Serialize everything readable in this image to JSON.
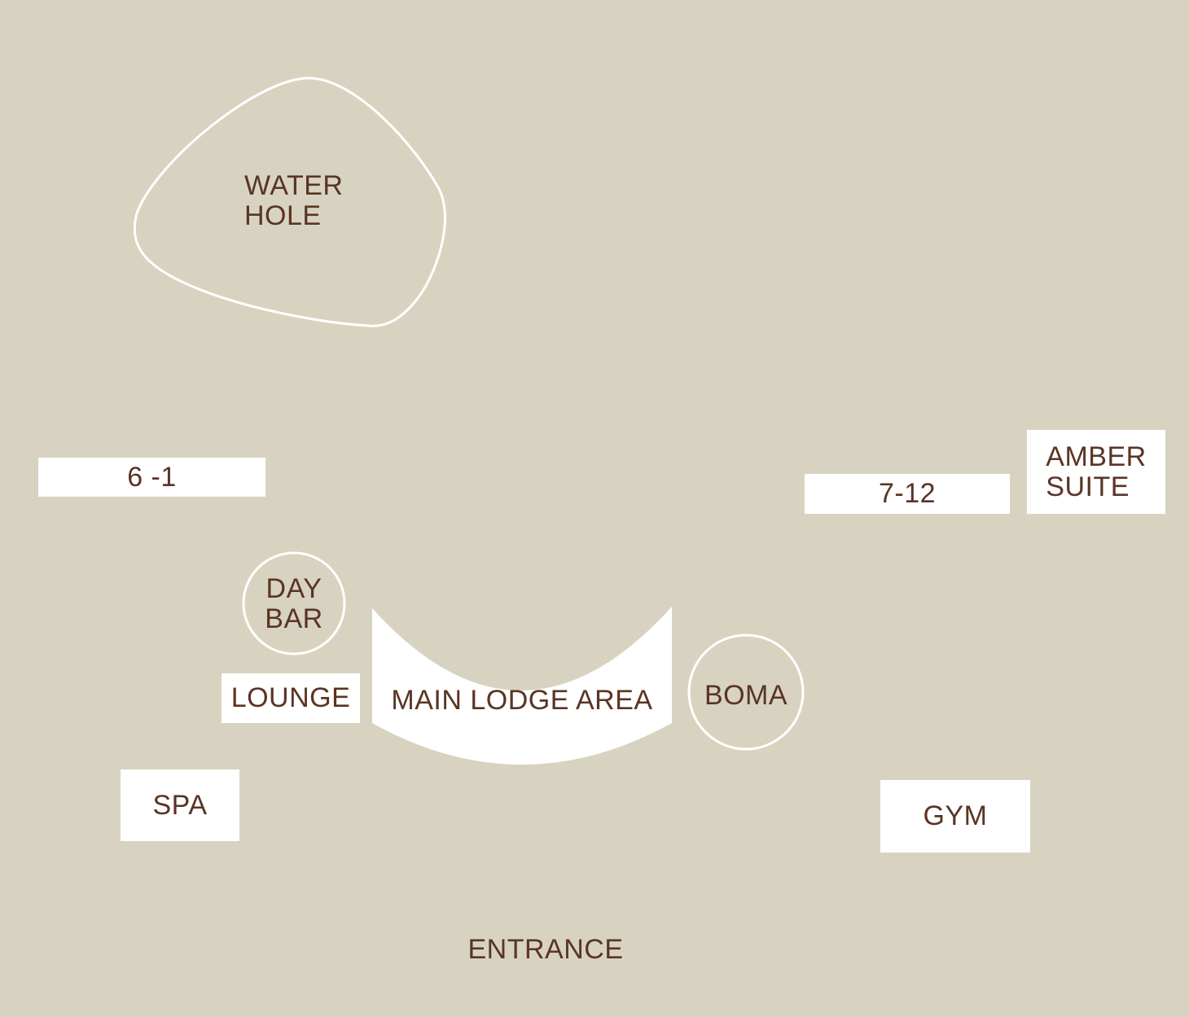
{
  "map": {
    "background_color": "#d8d3c0",
    "shape_color": "#ffffff",
    "text_color": "#5a3424",
    "water_hole": {
      "line1": "WATER",
      "line2": "HOLE"
    },
    "rooms_left": "6 -1",
    "rooms_right": "7-12",
    "amber_suite": {
      "line1": "AMBER",
      "line2": "SUITE"
    },
    "day_bar": {
      "line1": "DAY",
      "line2": "BAR"
    },
    "lounge": "LOUNGE",
    "main_lodge_area": "MAIN LODGE AREA",
    "boma": "BOMA",
    "spa": "SPA",
    "gym": "GYM",
    "entrance": "ENTRANCE"
  }
}
